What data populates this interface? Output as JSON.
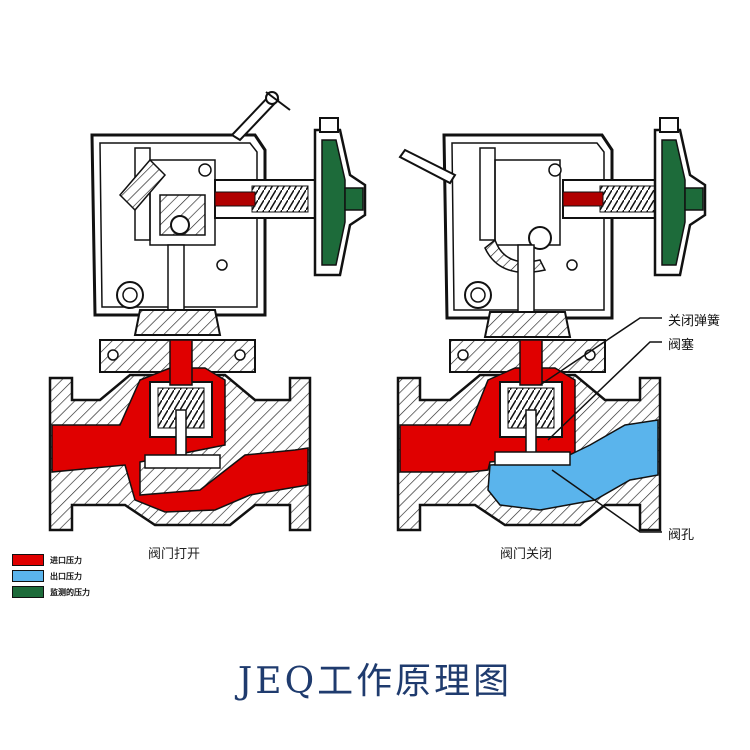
{
  "title": "JEQ工作原理图",
  "left_caption": "阀门打开",
  "right_caption": "阀门关闭",
  "callouts": {
    "spring": "关闭弹簧",
    "plug": "阀塞",
    "orifice": "阀孔"
  },
  "legend": [
    {
      "label": "进口压力",
      "color": "#e00000"
    },
    {
      "label": "出口压力",
      "color": "#5ab4ec"
    },
    {
      "label": "监测的压力",
      "color": "#1d6b3a"
    }
  ],
  "colors": {
    "outline": "#111111",
    "title": "#1f3b6e",
    "diaphragm_green": "#1d6b3a"
  }
}
